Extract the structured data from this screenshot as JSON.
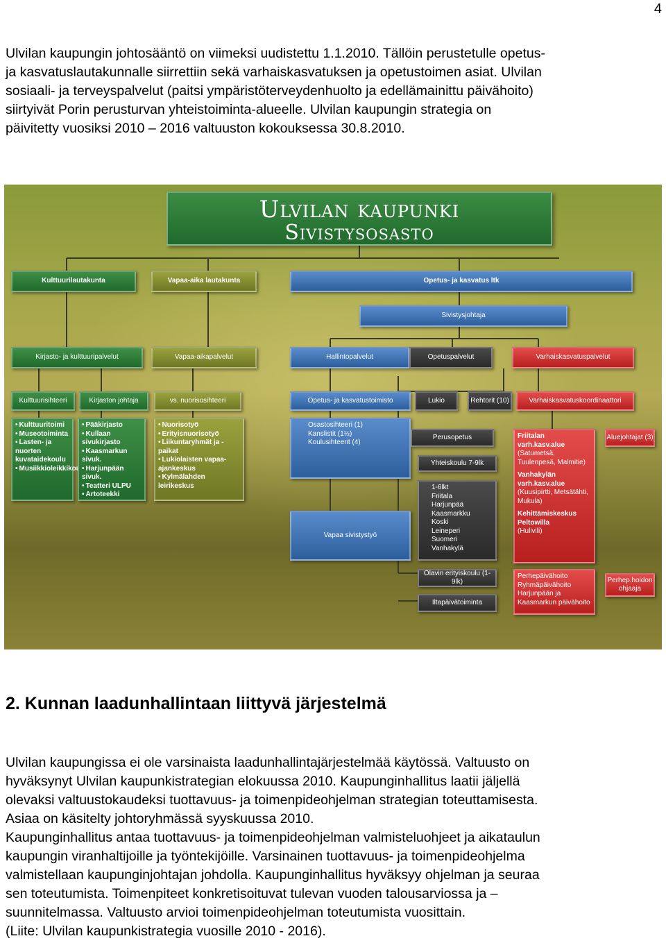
{
  "page_number": "4",
  "intro_lines": [
    "Ulvilan kaupungin johtosääntö on viimeksi uudistettu 1.1.2010. Tällöin perustetulle opetus-",
    "ja kasvatuslautakunnalle siirrettiin sekä varhaiskasvatuksen ja opetustoimen asiat. Ulvilan",
    "sosiaali- ja terveyspalvelut (paitsi ympäristöterveydenhuolto ja edellämainittu päivähoito)",
    "siirtyivät  Porin perusturvan yhteistoiminta-alueelle. Ulvilan kaupungin strategia on",
    "päivitetty vuosiksi 2010 – 2016 valtuuston kokouksessa 30.8.2010."
  ],
  "org_chart": {
    "title_line1": "Ulvilan kaupunki",
    "title_line2": "Sivistysosasto",
    "kulttuurilautakunta": "Kulttuurilautakunta",
    "vapaa_aika_lautakunta": "Vapaa-aika lautakunta",
    "opetus_kasvatus_ltk": "Opetus- ja kasvatus ltk",
    "sivistysjohtaja": "Sivistysjohtaja",
    "kirjasto_kulttuuripalvelut": "Kirjasto- ja kulttuuripalvelut",
    "vapaa_aikapalvelut": "Vapaa-aikapalvelut",
    "hallintopalvelut": "Hallintopalvelut",
    "opetuspalvelut": "Opetuspalvelut",
    "varhaiskasvatuspalvelut": "Varhaiskasvatuspalvelut",
    "kulttuurisihteeri": "Kulttuurisihteeri",
    "kirjaston_johtaja": "Kirjaston johtaja",
    "nuorisosihteeri": "vs. nuorisosihteeri",
    "opetus_kasvatustoimisto": "Opetus- ja kasvatustoimisto",
    "lukio": "Lukio",
    "rehtorit": "Rehtorit (10)",
    "varhaiskasvatuskoordinaattori": "Varhaiskasvatuskoordinaattori",
    "kulttuuri_list": [
      "Kulttuuritoimi",
      "Museotoiminta",
      "Lasten- ja nuorten kuvataidekoulu",
      "Musiikkioleikkikoulu"
    ],
    "kirjasto_list": [
      "Pääkirjasto",
      "Kullaan sivukirjasto",
      "Kaasmarkun sivuk.",
      "Harjunpään sivuk.",
      "Teatteri ULPU",
      "Artoteekki"
    ],
    "nuoriso_list": [
      "Nuorisotyö",
      "Erityisnuorisotyö",
      "Liikuntaryhmät ja -paikat",
      "Lukiolaisten vapaa-ajankeskus",
      "Kylmälahden leirikeskus"
    ],
    "osastosihteeri_lines": [
      "Osastosihteeri (1)",
      "Kanslistit (1½)",
      "Koulusihteerit (4)"
    ],
    "perusopetus": "Perusopetus",
    "yhteiskoulu": "Yhteiskoulu 7-9lk",
    "schools_list": [
      "1-6lkt",
      "Friitala",
      "Harjunpää",
      "Kaasmarkku",
      "Koski",
      "Leineperi",
      "Suomeri",
      "Vanhakylä"
    ],
    "vapaa_sivistystyo": "Vapaa sivistystyö",
    "olavin_erityiskoulu": "Olavin erityiskoulu (1-9lk)",
    "iltapaivatoiminta": "Iltapäivätoiminta",
    "friitalan_heading": "Friitalan varh.kasv.alue",
    "friitalan_detail": "(Satumetsä, Tuulenpesä, Malmitie)",
    "vanhakylan_heading": "Vanhakylän varh.kasv.alue",
    "vanhakylan_detail": "(Kuusipirtti, Metsätähti, Mukula)",
    "kehittamiskeskus_heading": "Kehittämiskeskus Peltowilla",
    "kehittamiskeskus_detail": "(Hulivili)",
    "aluejohtajat": "Aluejohtajat (3)",
    "perhepaivahoito_lines": [
      "Perhepäivähoito",
      "Ryhmäpäivähoito",
      "Harjunpään ja",
      "Kaasmarkun päivähoito"
    ],
    "perhep_hoidon_ohjaaja": "Perhep.hoidon ohjaaja"
  },
  "section_heading": "2. Kunnan laadunhallintaan liittyvä järjestelmä",
  "body_lines": [
    "Ulvilan kaupungissa ei ole varsinaista laadunhallintajärjestelmää käytössä. Valtuusto on",
    "hyväksynyt Ulvilan kaupunkistrategian elokuussa 2010. Kaupunginhallitus laatii jäljellä",
    "olevaksi valtuustokaudeksi tuottavuus- ja toimenpideohjelman strategian toteuttamisesta.",
    "Asiaa on käsitelty johtoryhmässä syyskuussa 2010.",
    "Kaupunginhallitus antaa tuottavuus- ja toimenpideohjelman valmisteluohjeet ja aikataulun",
    "kaupungin viranhaltijoille ja työntekijöille. Varsinainen tuottavuus- ja toimenpideohjelma",
    "valmistellaan kaupunginjohtajan johdolla. Kaupunginhallitus hyväksyy ohjelman ja seuraa",
    "sen toteutumista. Toimenpiteet konkretisoituvat tulevan vuoden  talousarviossa ja –",
    "suunnitelmassa. Valtuusto arvioi toimenpideohjelman toteutumista vuosittain.",
    "(Liite:  Ulvilan kaupunkistrategia vuosille  2010 - 2016)."
  ]
}
